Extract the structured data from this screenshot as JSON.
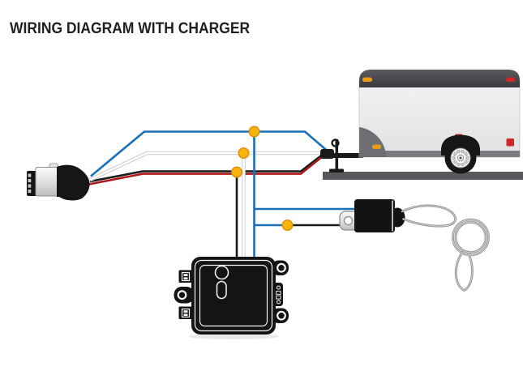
{
  "title": "WIRING DIAGRAM WITH CHARGER",
  "diagram": {
    "type": "trailer-breakaway-kit-wiring-diagram",
    "components": [
      "seven-way-trailer-connector",
      "trailer-with-tongue-jack",
      "breakaway-switch-with-pull-pin-lanyard",
      "battery-charger-box"
    ],
    "wires": [
      {
        "name": "blue-brake-wire",
        "color": "#1d6fb8"
      },
      {
        "name": "white-ground-wire",
        "color": "#ffffff"
      },
      {
        "name": "red-wire",
        "color": "#ae1a1a"
      },
      {
        "name": "black-power-wire",
        "color": "#1a1a1a"
      }
    ],
    "junction_dot_count": 4
  },
  "colors": {
    "background": "#ffffff",
    "title_text": "#231f20",
    "blue_wire": "#1d6fb8",
    "white_wire": "#ffffff",
    "white_wire_outline": "#d0d0d0",
    "red_wire": "#ae1a1a",
    "black_wire": "#1a1a1a",
    "junction_dot_fill": "#f7b40d",
    "junction_dot_border": "#e2910c",
    "trailer_roof": "#45454a",
    "trailer_body": "#ececee",
    "trailer_underbody": "#7a7b7f",
    "ground_bar": "#58585c",
    "amber_light": "#e89b16",
    "red_light": "#d42626",
    "lanyard_cable": "#949494",
    "component_black": "#141414"
  }
}
